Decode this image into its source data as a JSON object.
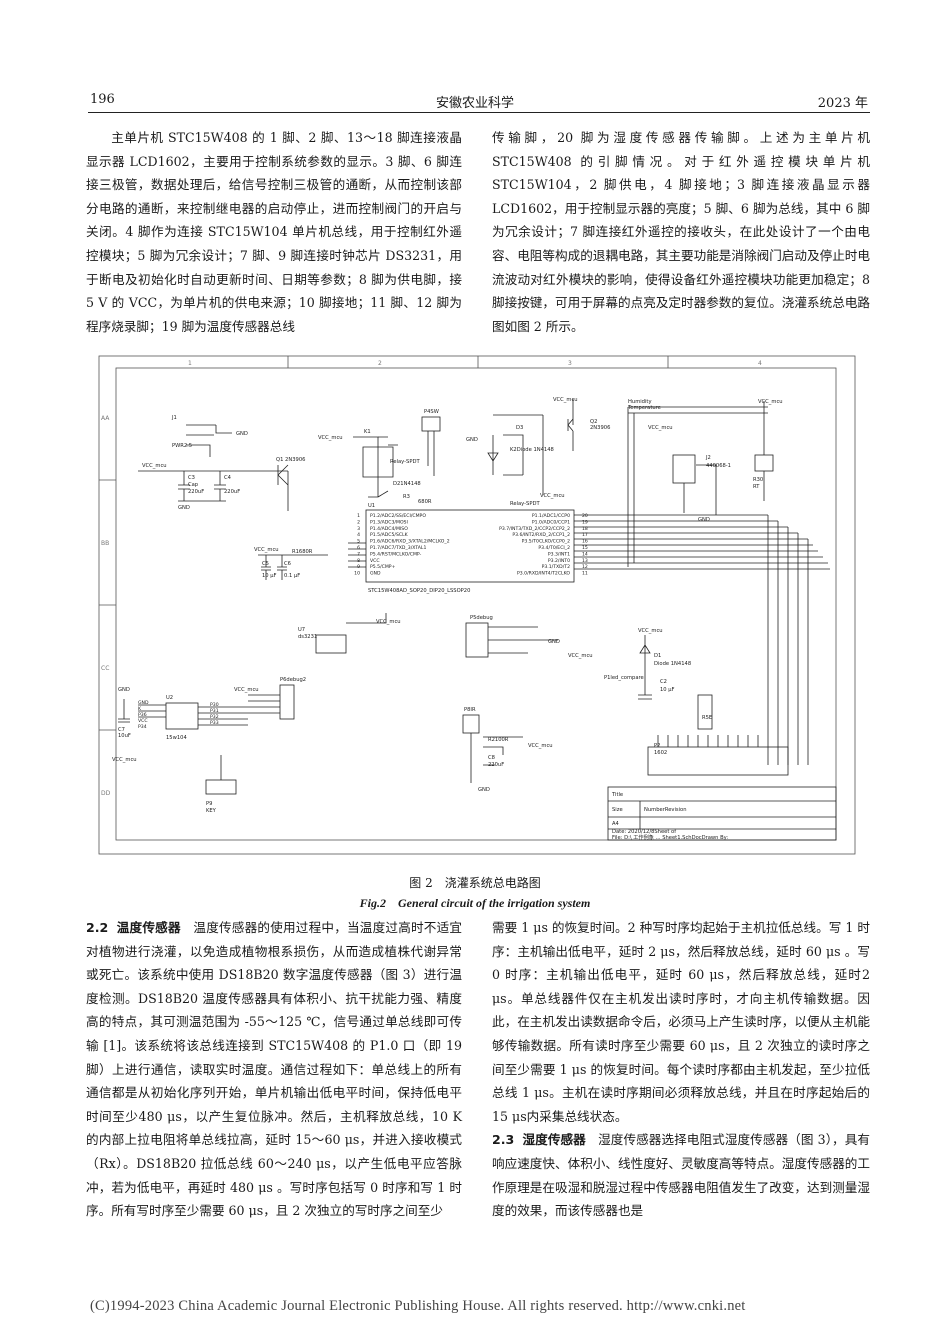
{
  "header": {
    "page_number": "196",
    "journal": "安徽农业科学",
    "year": "2023 年"
  },
  "left_top_paragraph": "主单片机 STC15W408 的 1 脚、2 脚、13～18 脚连接液晶显示器 LCD1602，主要用于控制系统参数的显示。3 脚、6 脚连接三极管，数据处理后，给信号控制三极管的通断，从而控制该部分电路的通断，来控制继电器的启动停止，进而控制阀门的开启与关闭。4 脚作为连接 STC15W104 单片机总线，用于控制红外遥控模块；5 脚为冗余设计；7 脚、9 脚连接时钟芯片 DS3231，用于断电及初始化时自动更新时间、日期等参数；8 脚为供电脚，接 5 V 的 VCC，为单片机的供电来源；10 脚接地；11 脚、12 脚为程序烧录脚；19 脚为温度传感器总线",
  "right_top_paragraph": "传输脚，20 脚为湿度传感器传输脚。上述为主单片机 STC15W408 的引脚情况。对于红外遥控模块单片机 STC15W104，2 脚供电，4 脚接地；3 脚连接液晶显示器 LCD1602，用于控制显示器的亮度；5 脚、6 脚为总线，其中 6 脚为冗余设计；7 脚连接红外遥控的接收头，在此处设计了一个由电容、电阻等构成的退耦电路，其主要功能是消除阀门启动及停止时电流波动对红外模块的影响，使得设备红外遥控模块功能更加稳定；8 脚接按键，可用于屏幕的点亮及定时器参数的复位。浇灌系统总电路图如图 2 所示。",
  "figure": {
    "caption_cn": "图 2　浇灌系统总电路图",
    "caption_en": "Fig.2　General circuit of the irrigation system",
    "col_numbers": [
      "1",
      "2",
      "3",
      "4"
    ],
    "row_letters": [
      "AA",
      "BB",
      "CC",
      "DD"
    ],
    "labels": {
      "j1": "J1",
      "pwr": "PWR2.5",
      "gnd": "GND",
      "vcc": "VCC_mcu",
      "vcc2": "VCC_mcu",
      "c3": "C3",
      "c4": "C4",
      "cap": "Cap",
      "cap_val": "220uF",
      "cap_val2": "220uF",
      "q1": "Q1 2N3906",
      "k1": "K1",
      "relay": "Relay-SPDT",
      "relay2": "Relay-SPDT",
      "d21": "D21N4148",
      "r3": "R3",
      "r3v": "680R",
      "p4sw": "P4SW",
      "d3": "D3",
      "k2": "K2Diode 1N4148",
      "q2": "Q2",
      "q2v": "2N3906",
      "humidity": "Humidity",
      "temperature": "Temperature",
      "j2": "J2",
      "j2v": "440068-1",
      "r30": "R30",
      "rt": "RT",
      "u1": "U1",
      "u1name": "STC15W408AD_SOP20_DIP20_LSSOP20",
      "r16": "R1680R",
      "c5": "C5",
      "c6": "C6",
      "c5v": "10 μF",
      "c6v": "0.1 μF",
      "u7": "U7",
      "ds": "ds3231",
      "p5": "P5debug",
      "p6": "P6debug2",
      "u2": "U2",
      "u2name": "15w104",
      "c7": "C7",
      "c7v": "10uF",
      "p9": "P9",
      "key": "KEY",
      "p8": "P8IR",
      "r2": "R2100R",
      "c8": "C8",
      "c8v": "220uF",
      "d1": "D1",
      "d1v": "Diode 1N4148",
      "p1": "P1led_compare",
      "c2": "C2",
      "c2v": "10 μF",
      "r5": "R5E",
      "p2": "P2",
      "p2v": "1602",
      "title": "Title",
      "size": "Size",
      "number": "NumberRevision",
      "a4": "A4",
      "date": "Date: 2020/12/8Sheet   of",
      "file": "File: D:\\ 工作例象 ... Sheet1.SchDocDrawn By:"
    },
    "u1_left_pins": [
      "P1.2/ADC2/SS/ECI/CMPO",
      "P1.3/ADC3/MOSI",
      "P1.4/ADC4/MISO",
      "P1.5/ADC5/SCLK",
      "P1.6/ADC6/RXD_3/XTAL2/MCLKO_2",
      "P1.7/ADC7/TXD_3/XTAL1",
      "P5.4/RST/MCLKO/CMP-",
      "VCC",
      "P5.5/CMP+",
      "GND"
    ],
    "u1_right_pins": [
      "P1.1/ADC1/CCP0",
      "P1.0/ADC0/CCP1",
      "P3.7/INT3/TXD_2/CCP2/CCP2_2",
      "P3.6/INT2/RXD_2/CCP1_2",
      "P3.5/T0CLKO/CCP0_2",
      "P3.4/T0/ECI_2",
      "P3.3/INT1",
      "P3.2/INT0",
      "P3.1/TXD/T2",
      "P3.0/RXD/INT4/T2CLKO"
    ],
    "u1_right_nums": [
      "20",
      "19",
      "18",
      "17",
      "16",
      "15",
      "14",
      "13",
      "12",
      "11"
    ],
    "u1_left_nums": [
      "1",
      "2",
      "3",
      "4",
      "5",
      "6",
      "7",
      "8",
      "9",
      "10"
    ],
    "u2_pins": [
      "GND",
      "K",
      "P36",
      "VCC",
      "P34"
    ],
    "u2_right": [
      "P30",
      "P31",
      "P32",
      "P33"
    ]
  },
  "section_22": {
    "number": "2.2",
    "title": "温度传感器",
    "text": "温度传感器的使用过程中，当温度过高时不适宜对植物进行浇灌，以免造成植物根系损伤，从而造成植株代谢异常或死亡。该系统中使用 DS18B20 数字温度传感器（图 3）进行温度检测。DS18B20 温度传感器具有体积小、抗干扰能力强、精度高的特点，其可测温范围为 -55～125 ℃，信号通过单总线即可传输 [1]。该系统将该总线连接到 STC15W408 的 P1.0 口（即 19 脚）上进行通信，读取实时温度。通信过程如下：单总线上的所有通信都是从初始化序列开始，单片机输出低电平时间，保持低电平时间至少480 μs，以产生复位脉冲。然后，主机释放总线，10 K 的内部上拉电阻将单总线拉高，延时 15～60 μs，并进入接收模式（Rx）。DS18B20 拉低总线 60～240 μs，以产生低电平应答脉冲，若为低电平，再延时 480 μs 。写时序包括写 0 时序和写 1 时序。所有写时序至少需要 60 μs，且 2 次独立的写时序之间至少"
  },
  "right_bottom_paragraph": "需要 1 μs 的恢复时间。2 种写时序均起始于主机拉低总线。写 1 时序：主机输出低电平，延时 2 μs，然后释放总线，延时 60 μs 。写 0 时序：主机输出低电平，延时 60 μs，然后释放总线，延时2 μs。单总线器件仅在主机发出读时序时，才向主机传输数据。因此，在主机发出读数据命令后，必须马上产生读时序，以便从主机能够传输数据。所有读时序至少需要 60 μs，且 2 次独立的读时序之间至少需要 1 μs 的恢复时间。每个读时序都由主机发起，至少拉低总线 1 μs。主机在读时序期间必须释放总线，并且在时序起始后的15 μs内采集总线状态。",
  "section_23": {
    "number": "2.3",
    "title": "湿度传感器",
    "text": "湿度传感器选择电阻式湿度传感器（图 3），具有响应速度快、体积小、线性度好、灵敏度高等特点。湿度传感器的工作原理是在吸湿和脱湿过程中传感器电阻值发生了改变，达到测量湿度的效果，而该传感器也是"
  },
  "footer": "(C)1994-2023 China Academic Journal Electronic Publishing House. All rights reserved.    http://www.cnki.net"
}
